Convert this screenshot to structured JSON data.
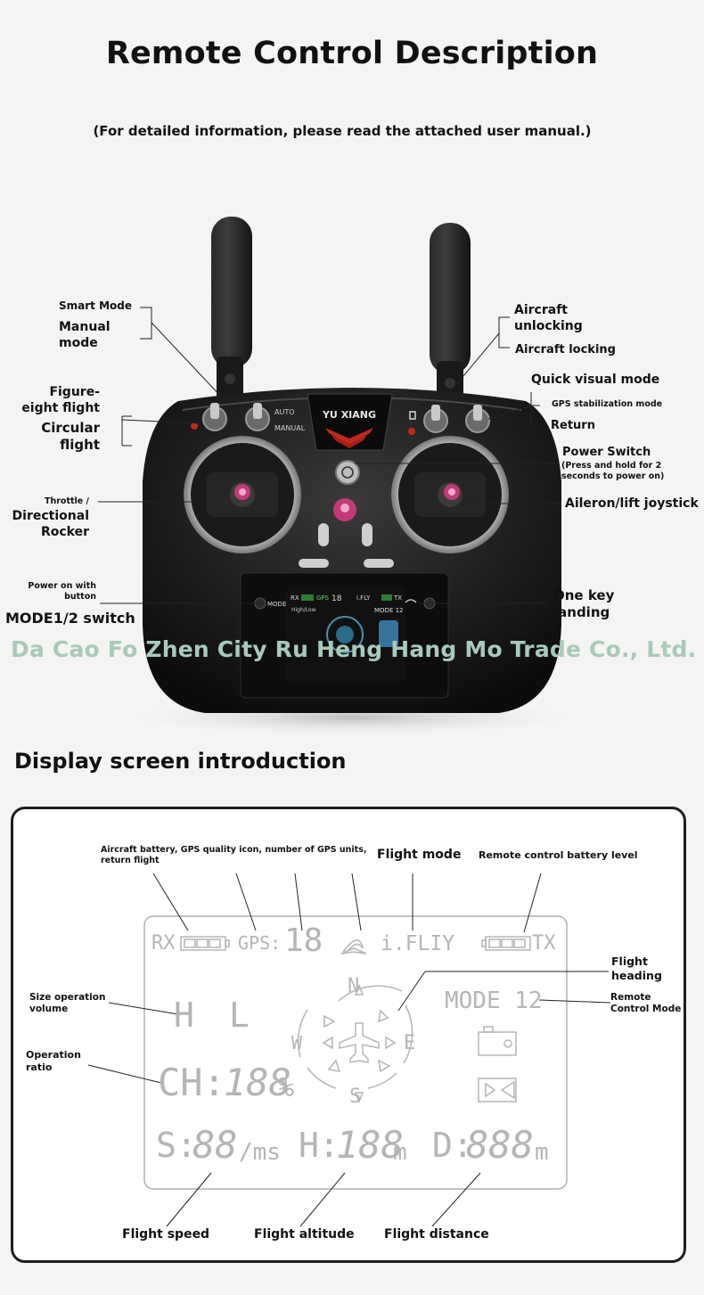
{
  "title": "Remote Control Description",
  "subtitle": "(For detailed information, please read the attached user manual.)",
  "controller": {
    "brand": "YU XIANG",
    "switch_auto": "AUTO",
    "switch_manual": "MANUAL",
    "mode_button": "MODE",
    "screen": {
      "rx": "RX",
      "gps": "GPS",
      "gps_count": "18",
      "flight_mode": "i.FLY",
      "tx": "TX",
      "speed_mode": "High/Low",
      "mode": "MODE 12"
    }
  },
  "labels": {
    "smart_mode": "Smart Mode",
    "manual_mode": "Manual mode",
    "figure_eight": "Figure-eight flight",
    "circular_flight": "Circular flight",
    "throttle": "Throttle /",
    "directional_rocker": "Directional Rocker",
    "power_on_button": "Power on with button",
    "mode_switch": "MODE1/2 switch",
    "aircraft_unlocking": "Aircraft unlocking",
    "aircraft_locking": "Aircraft locking",
    "quick_visual_mode": "Quick visual mode",
    "gps_stabilization": "GPS stabilization mode",
    "return": "Return",
    "power_switch": "Power Switch",
    "power_switch_note": "(Press and hold for 2 seconds to power on)",
    "aileron_joystick": "Aileron/lift joystick",
    "one_key_landing": "One key landing"
  },
  "watermark": "Da Cao Fo Zhen City Ru Heng Hang Mo Trade Co., Ltd.",
  "display_section": {
    "title": "Display screen introduction",
    "labels": {
      "battery_gps": "Aircraft battery, GPS quality icon, number of GPS units, return flight",
      "flight_mode": "Flight mode",
      "rc_battery": "Remote control battery level",
      "flight_heading": "Flight heading",
      "size_operation_volume": "Size operation volume",
      "remote_control_mode": "Remote Control Mode",
      "operation_ratio": "Operation ratio",
      "flight_speed": "Flight speed",
      "flight_altitude": "Flight altitude",
      "flight_distance": "Flight distance"
    },
    "lcd": {
      "rx": "RX",
      "gps": "GPS:",
      "gps_digits": "18",
      "flight_mode": "i.FLIY",
      "tx": "TX",
      "h": "H",
      "l": "L",
      "mode": "MODE 12",
      "ch": "CH:",
      "ch_digits": "188",
      "percent": "%",
      "compass_n": "N",
      "compass_s": "S",
      "compass_e": "E",
      "compass_w": "W",
      "speed_prefix": "S:",
      "speed_digits": "88",
      "speed_unit": "/ms",
      "alt_prefix": "H:",
      "alt_digits": "188",
      "alt_unit": "m",
      "dist_prefix": "D:",
      "dist_digits": "888",
      "dist_unit": "m"
    }
  }
}
